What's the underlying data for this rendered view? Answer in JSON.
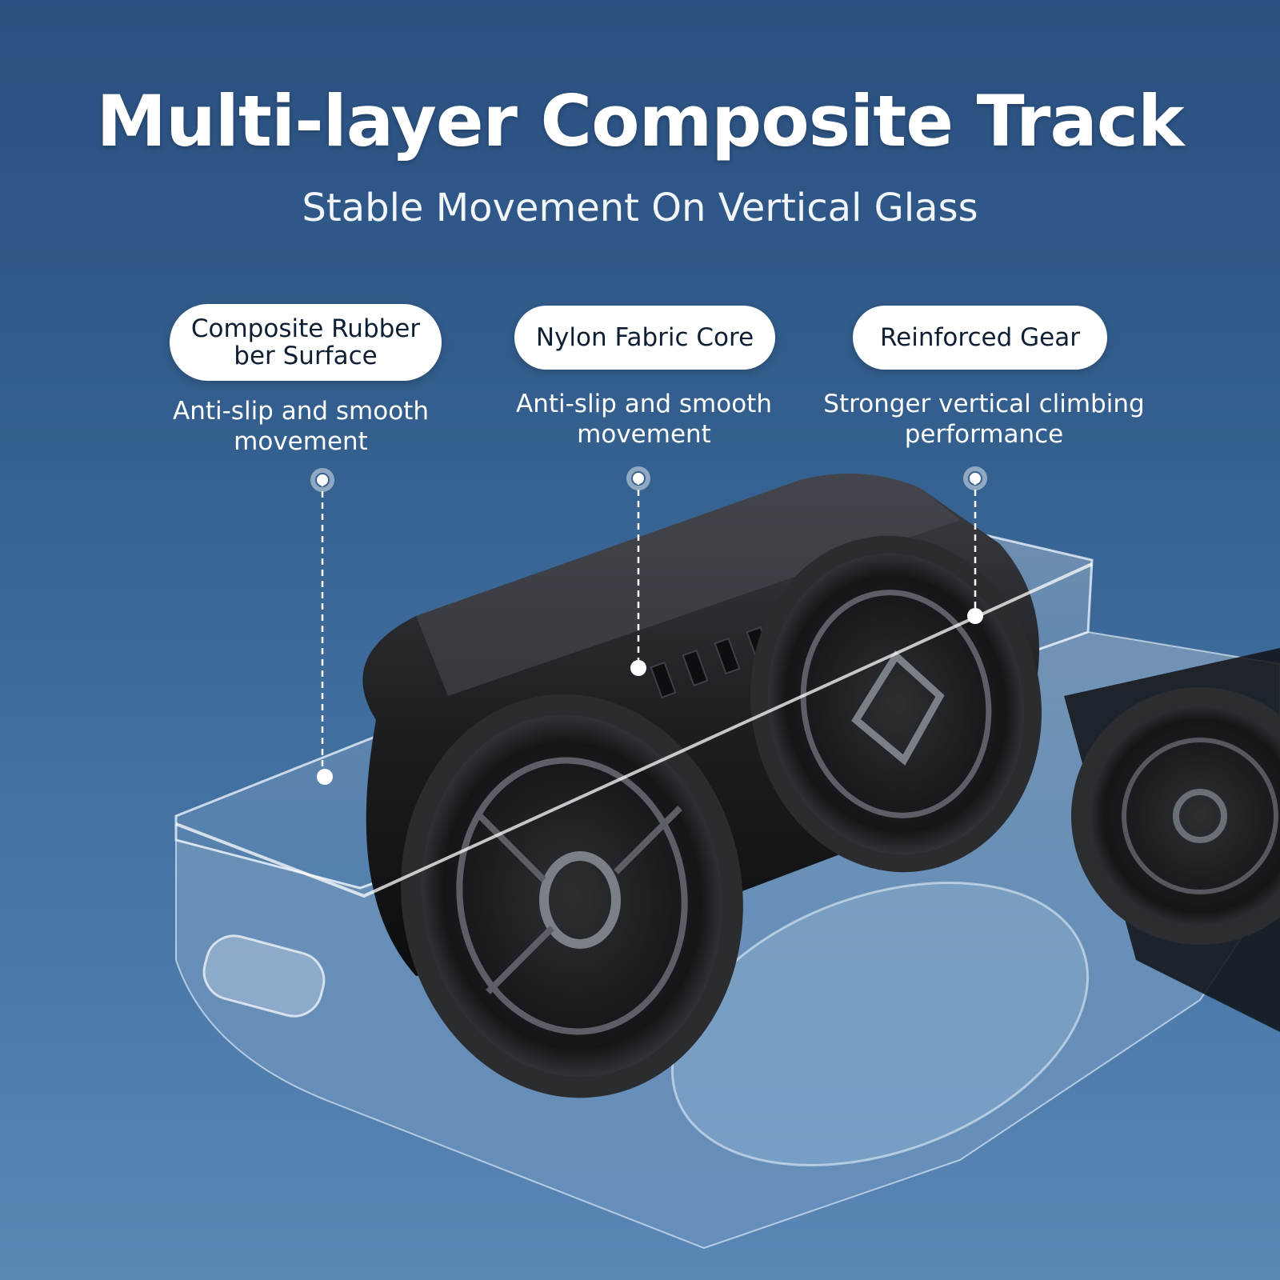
{
  "header": {
    "title": "Multi-layer Composite Track",
    "subtitle": "Stable Movement On Vertical Glass"
  },
  "features": [
    {
      "label_lines": [
        "Composite Rubber",
        "ber Surface"
      ],
      "description_lines": [
        "Anti-slip and smooth",
        "movement"
      ]
    },
    {
      "label_lines": [
        "Nylon Fabric Core"
      ],
      "description_lines": [
        "Anti-slip and smooth",
        "movement"
      ]
    },
    {
      "label_lines": [
        "Reinforced Gear"
      ],
      "description_lines": [
        "Stronger vertical climbing",
        "performance"
      ]
    }
  ],
  "colors": {
    "background_top": "#2a4f80",
    "background_bottom": "#5b87b5",
    "pill": "#ffffff",
    "text": "#ffffff"
  }
}
